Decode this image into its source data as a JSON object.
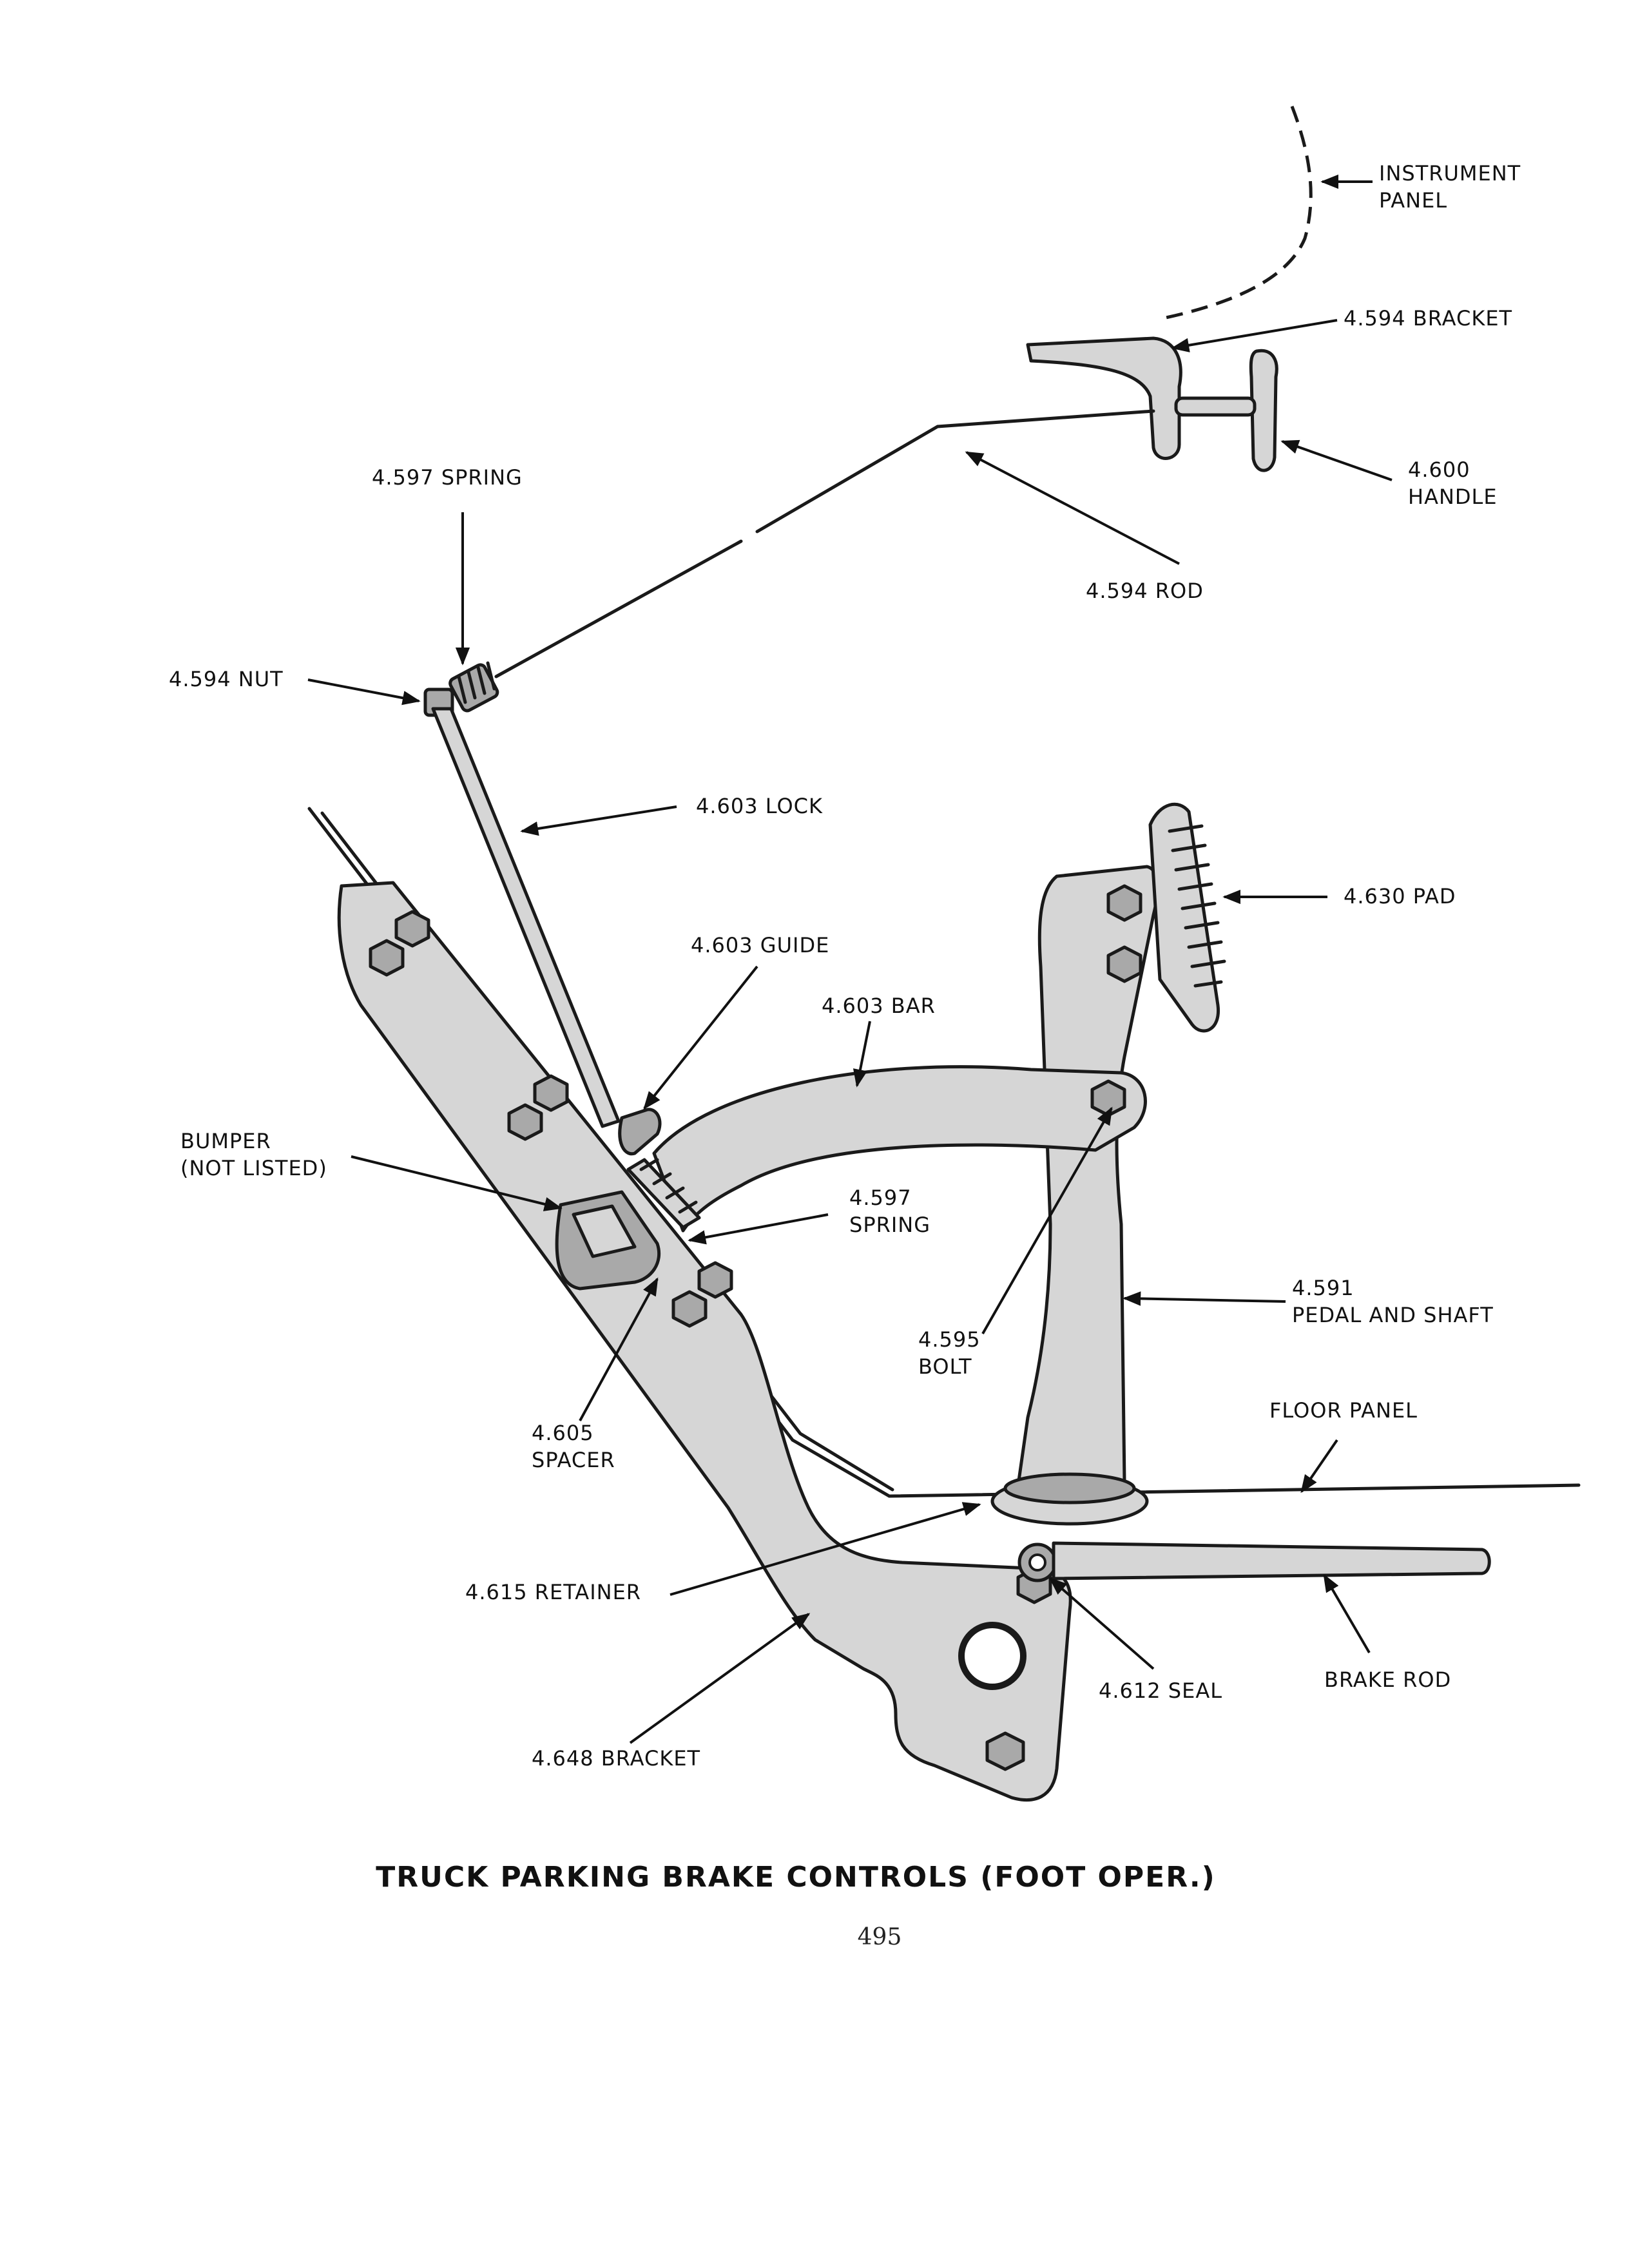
{
  "diagram": {
    "title": "TRUCK PARKING BRAKE CONTROLS (FOOT OPER.)",
    "page_number": "495",
    "labels": {
      "instrument_panel": [
        "INSTRUMENT",
        "PANEL"
      ],
      "bracket_4594": "4.594 BRACKET",
      "handle_4600": [
        "4.600",
        "HANDLE"
      ],
      "rod_4594": "4.594 ROD",
      "spring_4597_top": "4.597 SPRING",
      "nut_4594": "4.594 NUT",
      "lock_4603": "4.603 LOCK",
      "pad_4630": "4.630 PAD",
      "guide_4603": "4.603 GUIDE",
      "bar_4603": "4.603 BAR",
      "bumper": [
        "BUMPER",
        "(NOT LISTED)"
      ],
      "spring_4597_mid": [
        "4.597",
        "SPRING"
      ],
      "pedal_shaft_4591": [
        "4.591",
        "PEDAL AND SHAFT"
      ],
      "bolt_4595": [
        "4.595",
        "BOLT"
      ],
      "floor_panel": "FLOOR PANEL",
      "spacer_4605": [
        "4.605",
        "SPACER"
      ],
      "retainer_4615": "4.615 RETAINER",
      "seal_4612": "4.612 SEAL",
      "brake_rod": "BRAKE ROD",
      "bracket_4648": "4.648 BRACKET"
    }
  }
}
